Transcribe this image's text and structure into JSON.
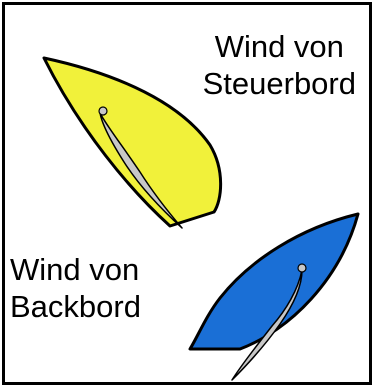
{
  "labels": {
    "starboard": [
      "Wind von",
      "Steuerbord"
    ],
    "port": [
      "Wind von",
      "Backbord"
    ]
  },
  "boats": {
    "starboard": {
      "hull_color": "#f1f13a",
      "sail_color": "#c8c8c8",
      "outline_color": "#000000"
    },
    "port": {
      "hull_color": "#1a6fd6",
      "sail_color": "#c8c8c8",
      "outline_color": "#000000"
    }
  },
  "background_color": "#ffffff"
}
